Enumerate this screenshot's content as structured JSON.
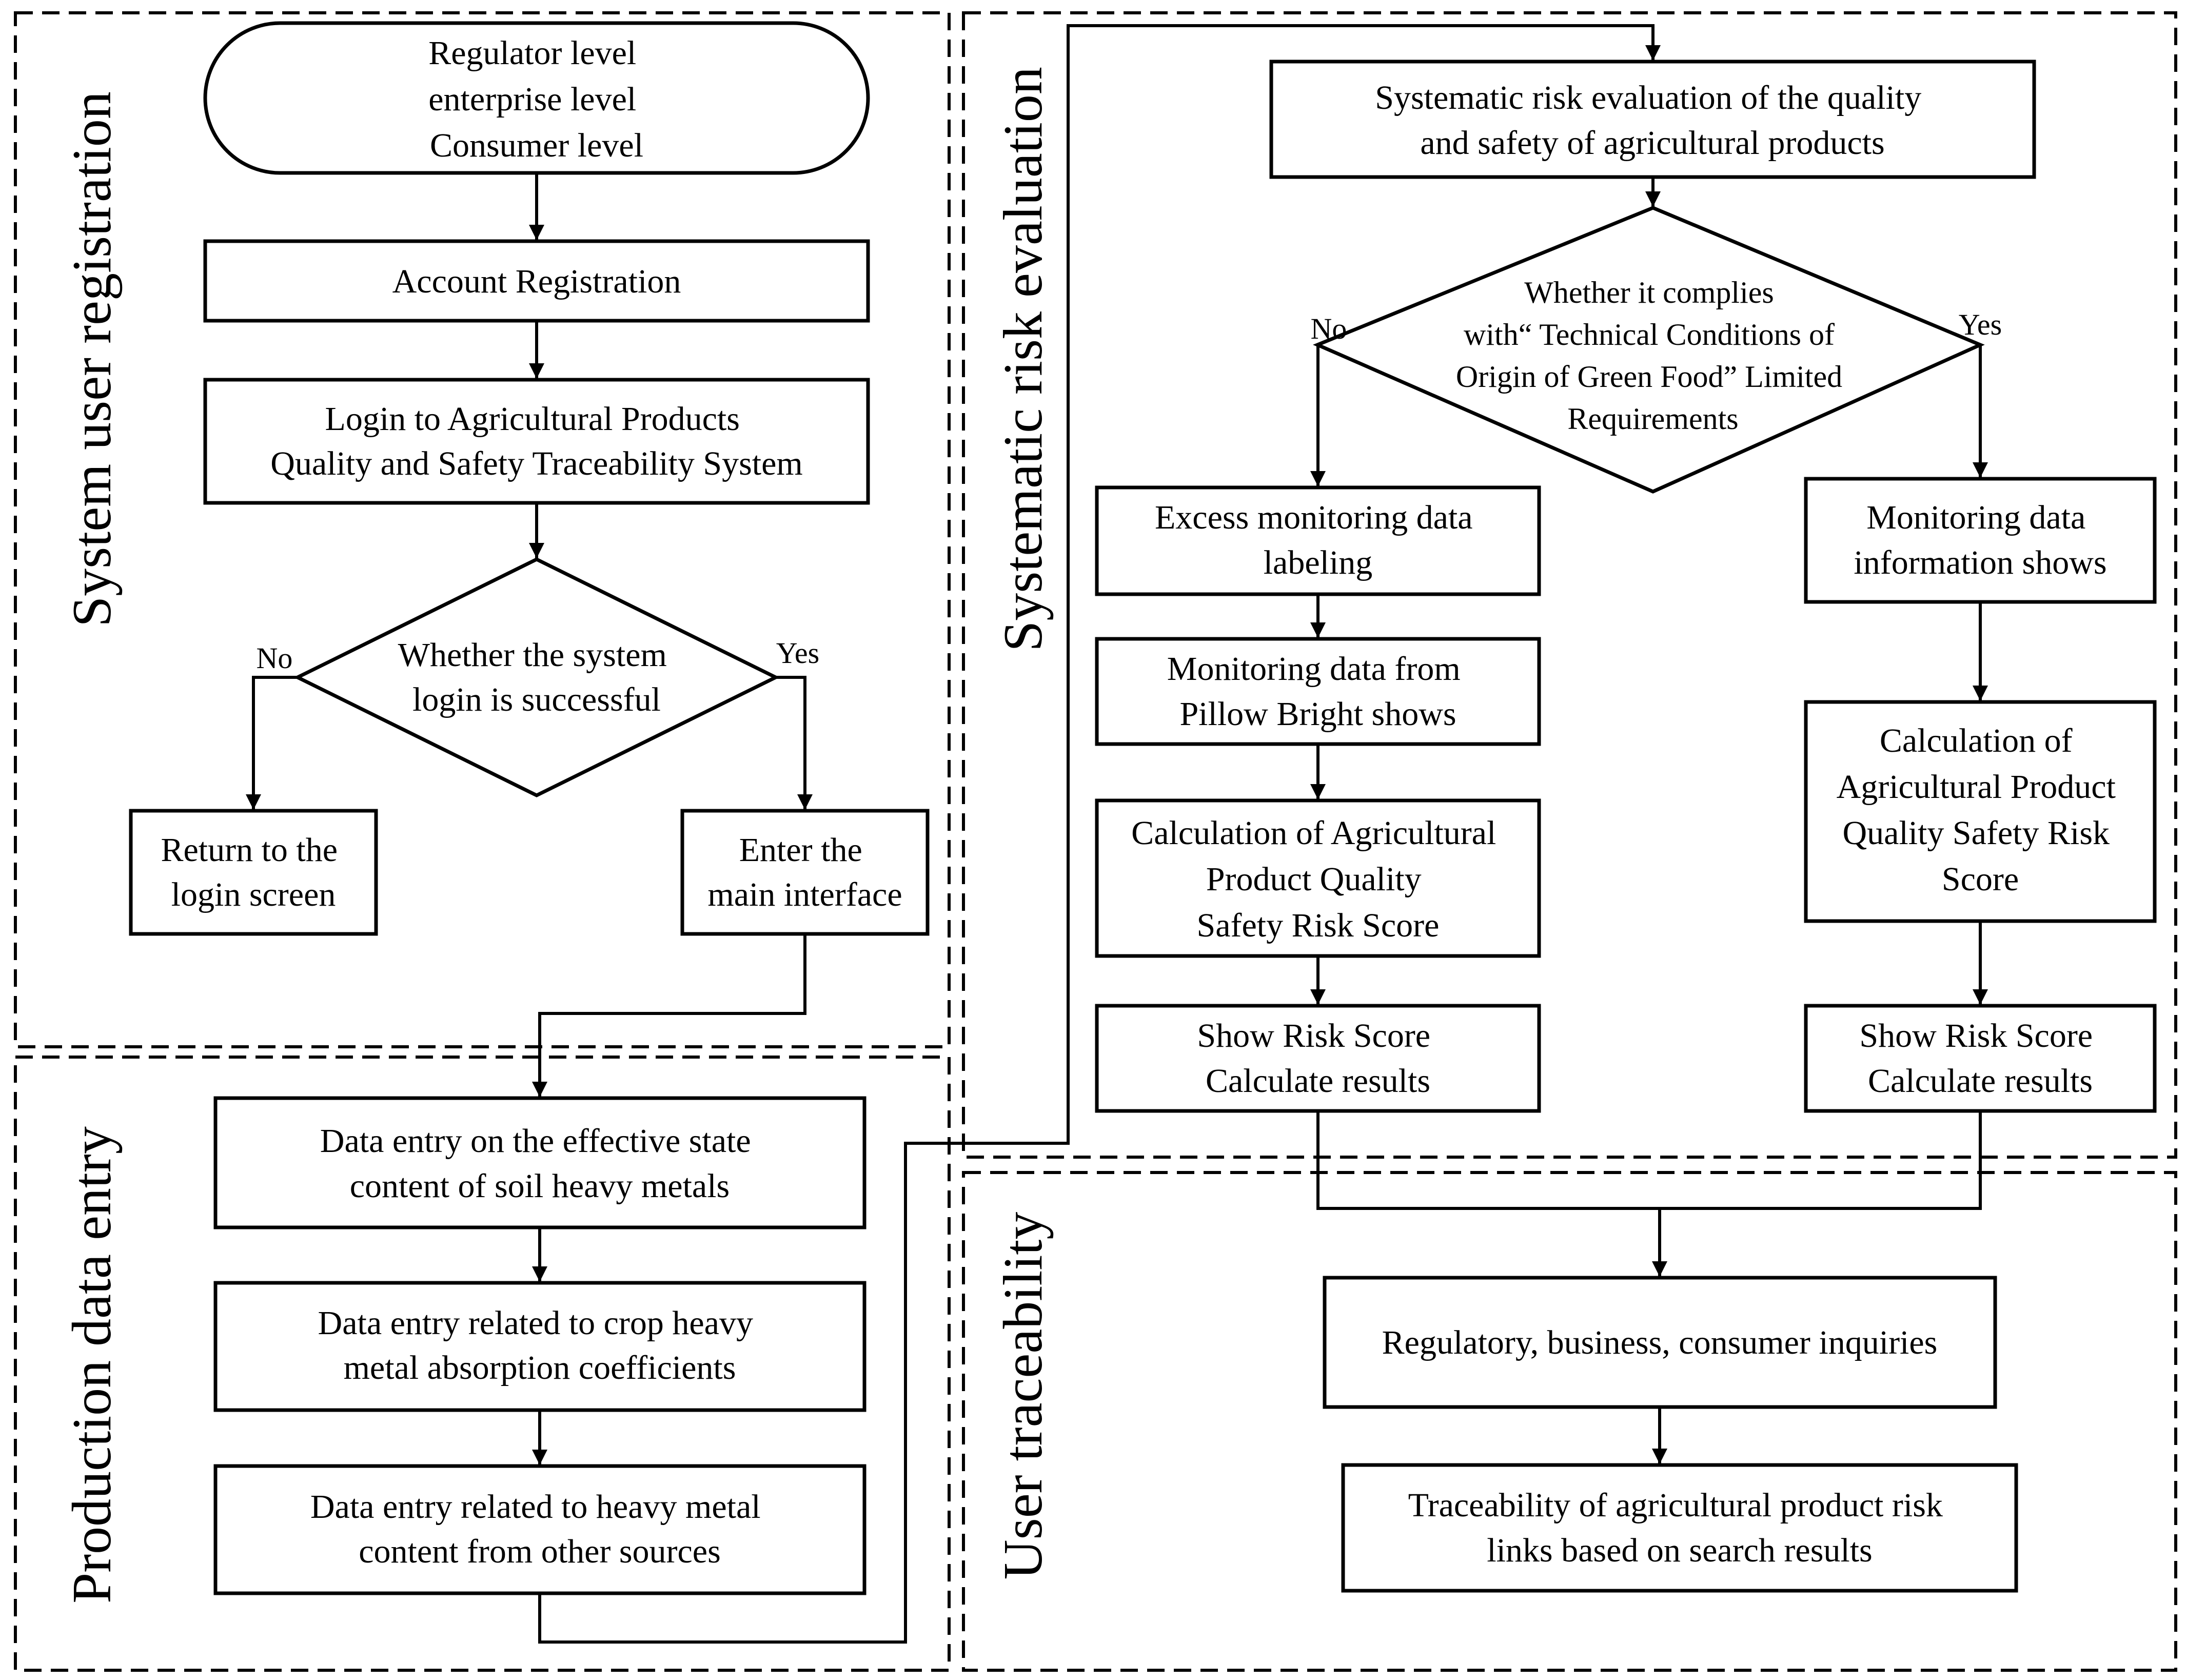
{
  "sections": {
    "registration": "System user registration",
    "production": "Production data entry",
    "risk": "Systematic risk evaluation",
    "traceability": "User traceability"
  },
  "registration": {
    "levels": [
      "Regulator level",
      "enterprise level",
      "Consumer level"
    ],
    "account": "Account Registration",
    "login": [
      "Login to Agricultural Products",
      "Quality and Safety Traceability System"
    ],
    "decision": [
      "Whether the system",
      "login is successful"
    ],
    "no": "No",
    "yes": "Yes",
    "return_login": [
      "Return to the",
      "login screen"
    ],
    "enter_main": [
      "Enter the",
      "main interface"
    ]
  },
  "production": {
    "soil": [
      "Data entry on the effective state",
      "content of soil heavy metals"
    ],
    "crop": [
      "Data entry related to crop heavy",
      "metal absorption coefficients"
    ],
    "other": [
      "Data entry related to heavy metal",
      "content from other sources"
    ]
  },
  "risk": {
    "eval": [
      "Systematic risk evaluation of the quality",
      "and safety of agricultural products"
    ],
    "decision": [
      "Whether it complies",
      "with“ Technical Conditions of",
      "Origin of Green Food” Limited",
      "Requirements"
    ],
    "no": "No",
    "yes": "Yes",
    "left": {
      "excess": [
        "Excess monitoring data",
        "labeling"
      ],
      "pillow": [
        "Monitoring data from",
        "Pillow Bright shows"
      ],
      "calc": [
        "Calculation of Agricultural",
        "Product Quality",
        "Safety Risk Score"
      ],
      "show": [
        "Show Risk Score",
        "Calculate results"
      ]
    },
    "right": {
      "monitor": [
        "Monitoring data",
        "information shows"
      ],
      "calc": [
        "Calculation of",
        "Agricultural Product",
        "Quality Safety Risk",
        "Score"
      ],
      "show": [
        "Show Risk Score",
        "Calculate results"
      ]
    }
  },
  "traceability": {
    "inquiries": "Regulatory, business, consumer inquiries",
    "trace": [
      "Traceability of agricultural product risk",
      "links based on search results"
    ]
  }
}
